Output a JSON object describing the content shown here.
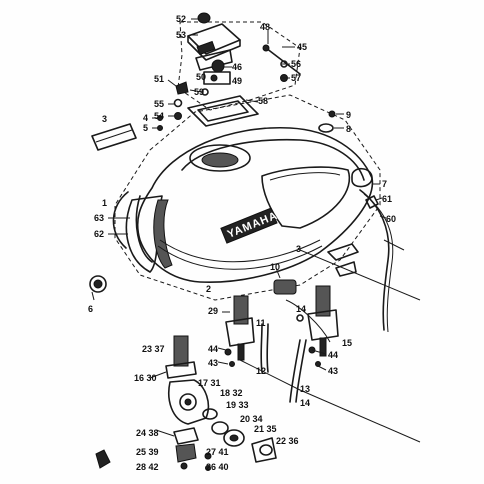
{
  "tank_logo": "YAMAHA",
  "labels": [
    {
      "id": "52",
      "text": "52"
    },
    {
      "id": "53",
      "text": "53"
    },
    {
      "id": "48",
      "text": "48"
    },
    {
      "id": "45",
      "text": "45"
    },
    {
      "id": "56",
      "text": "56"
    },
    {
      "id": "57",
      "text": "57"
    },
    {
      "id": "46",
      "text": "46"
    },
    {
      "id": "51",
      "text": "51"
    },
    {
      "id": "50",
      "text": "50"
    },
    {
      "id": "49",
      "text": "49"
    },
    {
      "id": "55",
      "text": "55"
    },
    {
      "id": "59",
      "text": "59"
    },
    {
      "id": "54",
      "text": "54"
    },
    {
      "id": "58",
      "text": "58"
    },
    {
      "id": "9",
      "text": "9"
    },
    {
      "id": "3a",
      "text": "3"
    },
    {
      "id": "4",
      "text": "4"
    },
    {
      "id": "5",
      "text": "5"
    },
    {
      "id": "8",
      "text": "8"
    },
    {
      "id": "7",
      "text": "7"
    },
    {
      "id": "1",
      "text": "1"
    },
    {
      "id": "61",
      "text": "61"
    },
    {
      "id": "63",
      "text": "63"
    },
    {
      "id": "60",
      "text": "60"
    },
    {
      "id": "62",
      "text": "62"
    },
    {
      "id": "3b",
      "text": "3"
    },
    {
      "id": "10",
      "text": "10"
    },
    {
      "id": "2",
      "text": "2"
    },
    {
      "id": "6",
      "text": "6"
    },
    {
      "id": "29",
      "text": "29"
    },
    {
      "id": "11",
      "text": "11"
    },
    {
      "id": "14a",
      "text": "14"
    },
    {
      "id": "15",
      "text": "15"
    },
    {
      "id": "2337",
      "text": "23 37"
    },
    {
      "id": "44a",
      "text": "44"
    },
    {
      "id": "43a",
      "text": "43"
    },
    {
      "id": "44b",
      "text": "44"
    },
    {
      "id": "43b",
      "text": "43"
    },
    {
      "id": "1630",
      "text": "16 30"
    },
    {
      "id": "1731",
      "text": "17 31"
    },
    {
      "id": "1832",
      "text": "18 32"
    },
    {
      "id": "12",
      "text": "12"
    },
    {
      "id": "13",
      "text": "13"
    },
    {
      "id": "14b",
      "text": "14"
    },
    {
      "id": "1933",
      "text": "19 33"
    },
    {
      "id": "2034",
      "text": "20 34"
    },
    {
      "id": "2135",
      "text": "21 35"
    },
    {
      "id": "2438",
      "text": "24 38"
    },
    {
      "id": "2236",
      "text": "22 36"
    },
    {
      "id": "2539",
      "text": "25 39"
    },
    {
      "id": "2741",
      "text": "27 41"
    },
    {
      "id": "2842",
      "text": "28 42"
    },
    {
      "id": "2640",
      "text": "26 40"
    }
  ]
}
